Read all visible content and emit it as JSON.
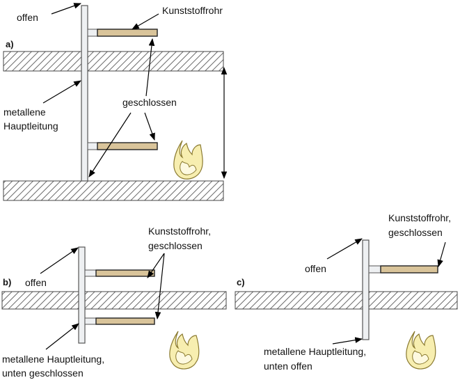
{
  "panel_a": {
    "letter": "a)",
    "label_open": "offen",
    "label_plastic": "Kunststoffrohr",
    "label_closed": "geschlossen",
    "label_main_line1": "metallene",
    "label_main_line2": "Hauptleitung"
  },
  "panel_b": {
    "letter": "b)",
    "label_open": "offen",
    "label_plastic_line1": "Kunststoffrohr,",
    "label_plastic_line2": "geschlossen",
    "label_main_line1": "metallene Hauptleitung,",
    "label_main_line2": "unten geschlossen"
  },
  "panel_c": {
    "letter": "c)",
    "label_open": "offen",
    "label_plastic_line1": "Kunststoffrohr,",
    "label_plastic_line2": "geschlossen",
    "label_main_line1": "metallene Hauptleitung,",
    "label_main_line2": "unten offen"
  },
  "colors": {
    "plastic_pipe": "#d9c49a",
    "flame": "#f7eeb0",
    "metal_pipe": "#eef0f2"
  }
}
